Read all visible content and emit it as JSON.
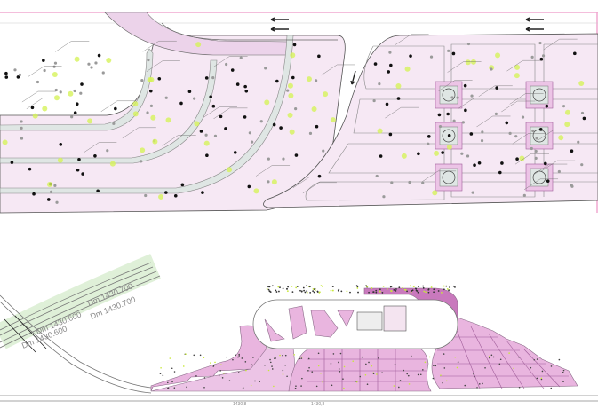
{
  "drawing": {
    "top_panel": {
      "name": "parking-landscape-detail-plan"
    },
    "bottom_panel": {
      "name": "site-overview-plan"
    },
    "elevation_labels": [
      {
        "text": "Dm  1430.700"
      },
      {
        "text": "Dm  1430.700"
      },
      {
        "text": "Dm  1430.600"
      },
      {
        "text": "Dm  1430.600"
      }
    ],
    "contour_labels": [
      {
        "text": "1430,8"
      },
      {
        "text": "1430,8"
      }
    ]
  },
  "colors": {
    "border_pink": "#f0a8d0",
    "light_pink_fill": "#f6e8f4",
    "band_pink": "#ecd3ea",
    "site_pink": "#e9b5df",
    "site_dark_pink": "#c979bd",
    "lane_gray": "#dfe6e4",
    "tree_green": "#d6f25a"
  },
  "icons": {
    "direction_arrow": "left-arrow-icon",
    "tree": "tree-symbol-icon",
    "fountain": "round-fountain-icon"
  }
}
